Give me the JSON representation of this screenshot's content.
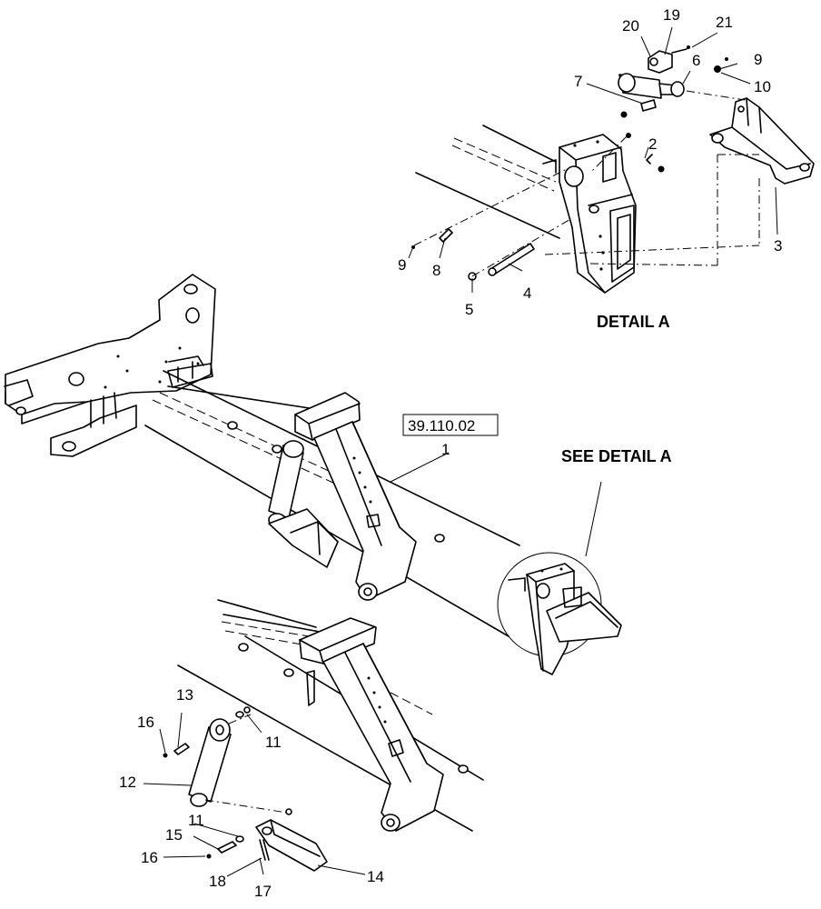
{
  "labels": {
    "detail_title": "DETAIL  A",
    "see_detail": "SEE DETAIL A",
    "reference": "39.110.02"
  },
  "callouts": {
    "c1": "1",
    "c2": "2",
    "c3": "3",
    "c4": "4",
    "c5": "5",
    "c6": "6",
    "c7": "7",
    "c8": "8",
    "c9a": "9",
    "c9b": "9",
    "c10": "10",
    "c11a": "11",
    "c11b": "11",
    "c12": "12",
    "c13": "13",
    "c14": "14",
    "c15": "15",
    "c16a": "16",
    "c16b": "16",
    "c17": "17",
    "c18": "18",
    "c19": "19",
    "c20": "20",
    "c21": "21"
  }
}
